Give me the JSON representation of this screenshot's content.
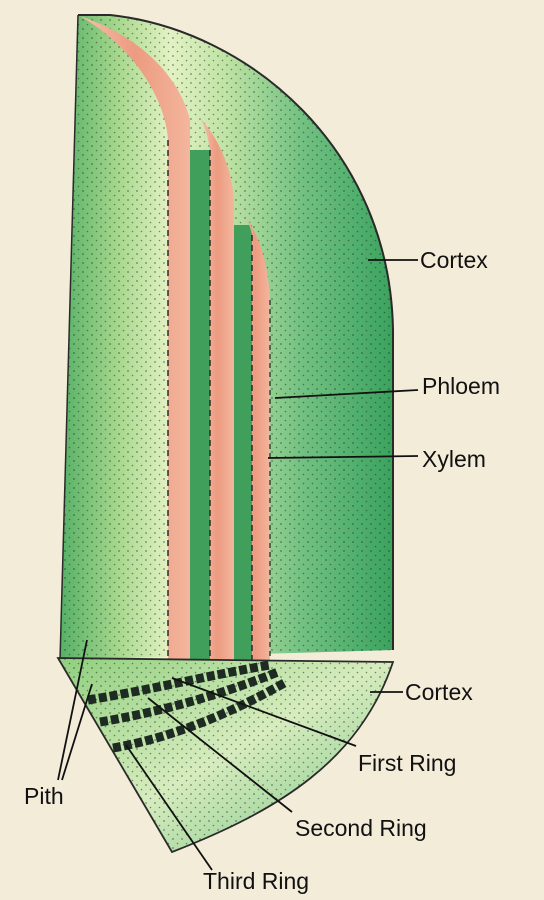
{
  "labels": {
    "cortex_upper": "Cortex",
    "phloem": "Phloem",
    "xylem": "Xylem",
    "cortex_lower": "Cortex",
    "first_ring": "First Ring",
    "second_ring": "Second Ring",
    "third_ring": "Third Ring",
    "pith": "Pith"
  },
  "colors": {
    "paper": "#f3ecd9",
    "tissue_green": "#5fb96c",
    "tissue_light": "#d9efc0",
    "vessel_pink": "#efa489",
    "vessel_green": "#3f9f5b",
    "ring_block": "#1d2b22",
    "line": "#111111"
  }
}
